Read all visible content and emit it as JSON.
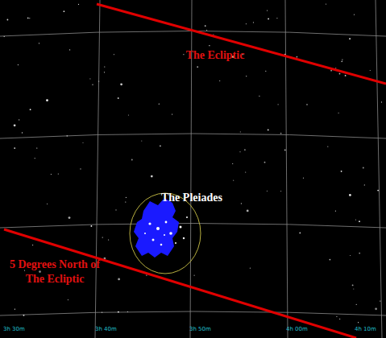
{
  "diagram": {
    "labels": [
      "The Ecliptic",
      "The Pleiades",
      "5 Degrees North of The Ecliptic",
      "3h 30m",
      "3h 40m",
      "3h 50m",
      "4h 00m",
      "4h 10m"
    ]
  }
}
